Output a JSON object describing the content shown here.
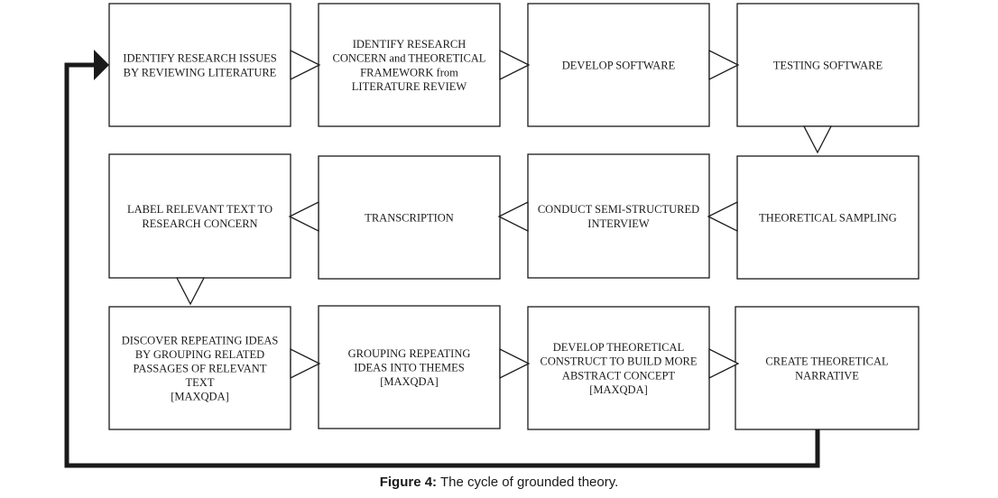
{
  "boxes": [
    {
      "id": "identify-research-issues",
      "lines": [
        "IDENTIFY RESEARCH ISSUES",
        "BY REVIEWING LITERATURE"
      ]
    },
    {
      "id": "identify-research-concern",
      "lines": [
        "IDENTIFY RESEARCH",
        "CONCERN and THEORETICAL",
        "FRAMEWORK from",
        "LITERATURE REVIEW"
      ]
    },
    {
      "id": "develop-software",
      "lines": [
        "DEVELOP SOFTWARE"
      ]
    },
    {
      "id": "testing-software",
      "lines": [
        "TESTING SOFTWARE"
      ]
    },
    {
      "id": "label-relevant-text",
      "lines": [
        "LABEL RELEVANT TEXT TO",
        "RESEARCH CONCERN"
      ]
    },
    {
      "id": "transcription",
      "lines": [
        "TRANSCRIPTION"
      ]
    },
    {
      "id": "conduct-interview",
      "lines": [
        "CONDUCT SEMI-STRUCTURED",
        "INTERVIEW"
      ]
    },
    {
      "id": "theoretical-sampling",
      "lines": [
        "THEORETICAL SAMPLING"
      ]
    },
    {
      "id": "discover-repeating-ideas",
      "lines": [
        "DISCOVER REPEATING IDEAS",
        "BY GROUPING RELATED",
        "PASSAGES OF RELEVANT",
        "TEXT",
        "[MAXQDA]"
      ]
    },
    {
      "id": "grouping-repeating-ideas",
      "lines": [
        "GROUPING REPEATING",
        "IDEAS INTO THEMES",
        "[MAXQDA]"
      ]
    },
    {
      "id": "develop-theoretical-construct",
      "lines": [
        "DEVELOP THEORETICAL",
        "CONSTRUCT TO BUILD MORE",
        "ABSTRACT CONCEPT",
        "[MAXQDA]"
      ]
    },
    {
      "id": "create-theoretical-narrative",
      "lines": [
        "CREATE THEORETICAL",
        "NARRATIVE"
      ]
    }
  ],
  "edges": [
    {
      "from": "identify-research-issues",
      "to": "identify-research-concern"
    },
    {
      "from": "identify-research-concern",
      "to": "develop-software"
    },
    {
      "from": "develop-software",
      "to": "testing-software"
    },
    {
      "from": "testing-software",
      "to": "theoretical-sampling"
    },
    {
      "from": "theoretical-sampling",
      "to": "conduct-interview"
    },
    {
      "from": "conduct-interview",
      "to": "transcription"
    },
    {
      "from": "transcription",
      "to": "label-relevant-text"
    },
    {
      "from": "label-relevant-text",
      "to": "discover-repeating-ideas"
    },
    {
      "from": "discover-repeating-ideas",
      "to": "grouping-repeating-ideas"
    },
    {
      "from": "grouping-repeating-ideas",
      "to": "develop-theoretical-construct"
    },
    {
      "from": "develop-theoretical-construct",
      "to": "create-theoretical-narrative"
    },
    {
      "from": "create-theoretical-narrative",
      "to": "identify-research-issues",
      "style": "feedback-loop"
    }
  ],
  "caption": {
    "label": "Figure 4:",
    "text": " The cycle of grounded theory."
  },
  "colors": {
    "stroke": "#1a1a1a",
    "box_fill": "#ffffff"
  }
}
